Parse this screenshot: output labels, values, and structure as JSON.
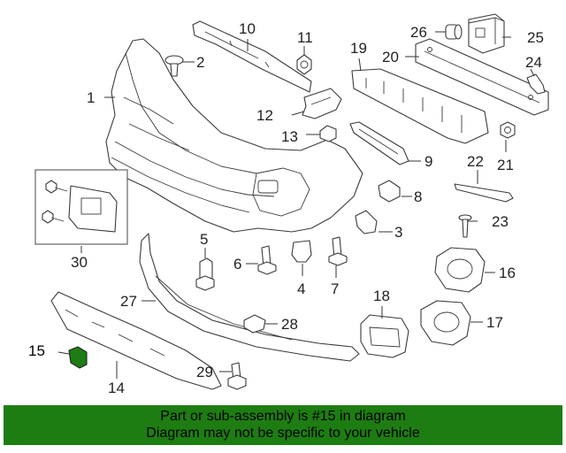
{
  "labels": {
    "l1": "1",
    "l2": "2",
    "l3": "3",
    "l4": "4",
    "l5": "5",
    "l6": "6",
    "l7": "7",
    "l8": "8",
    "l9": "9",
    "l10": "10",
    "l11": "11",
    "l12": "12",
    "l13": "13",
    "l14": "14",
    "l15": "15",
    "l16": "16",
    "l17": "17",
    "l18": "18",
    "l19": "19",
    "l20": "20",
    "l21": "21",
    "l22": "22",
    "l23": "23",
    "l24": "24",
    "l25": "25",
    "l26": "26",
    "l27": "27",
    "l28": "28",
    "l29": "29",
    "l30": "30"
  },
  "highlight": {
    "part": "15",
    "color": "#1e7d12"
  },
  "banner": {
    "line1": "Part or sub-assembly is #15 in diagram",
    "line2": "Diagram may not be specific to your vehicle",
    "color": "#1e7d12"
  }
}
